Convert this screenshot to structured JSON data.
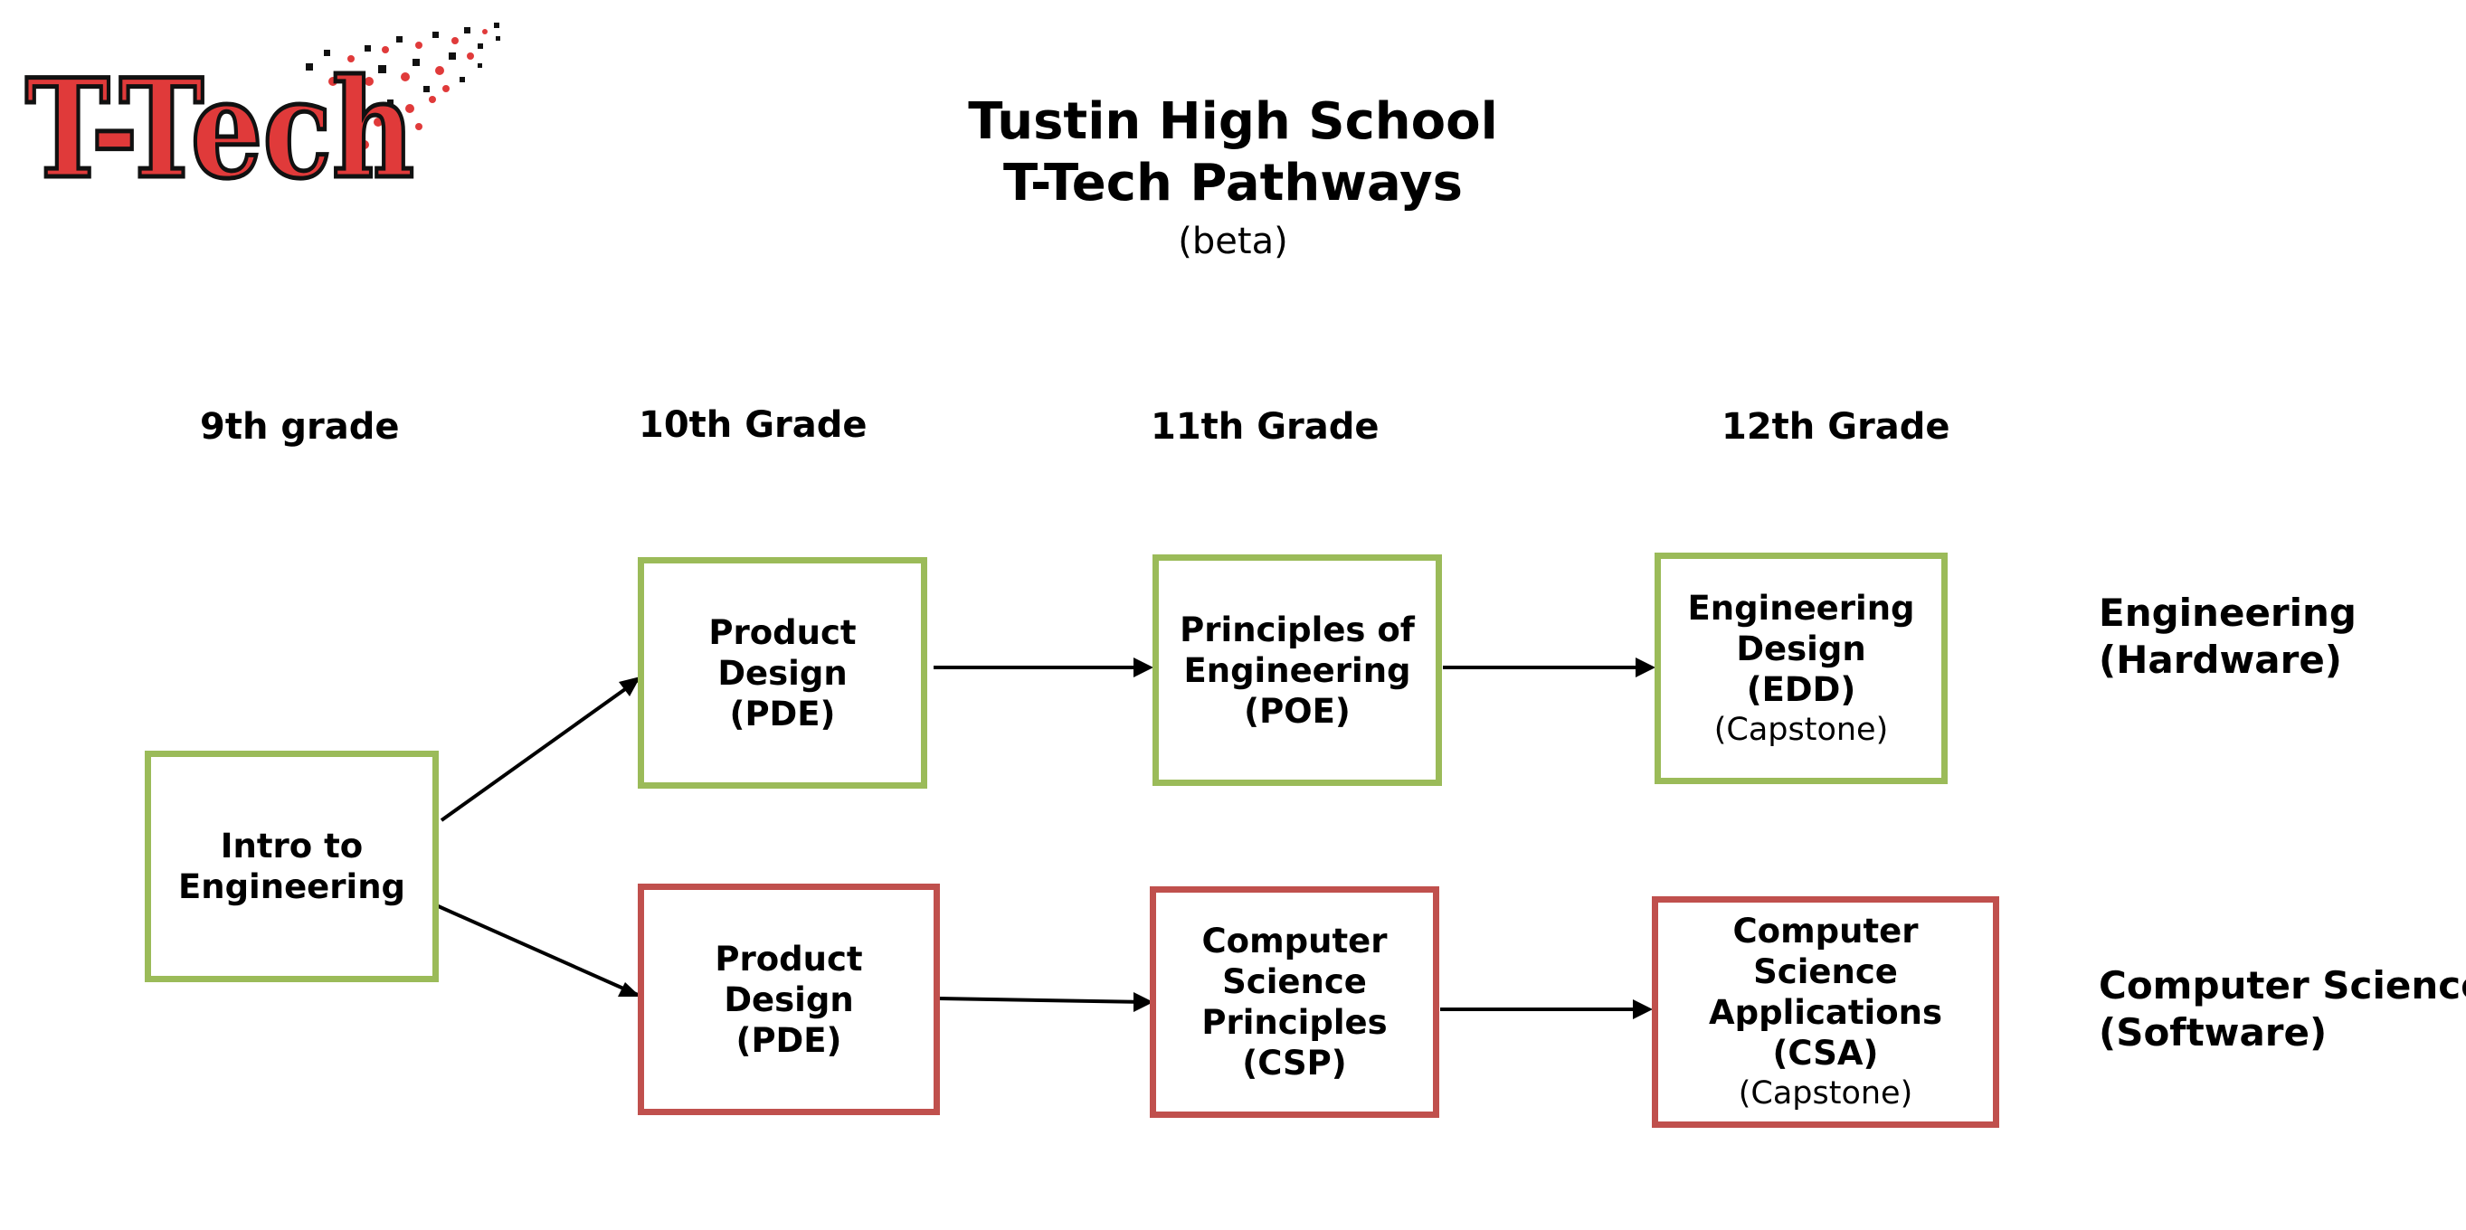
{
  "logo": {
    "text": "T-Tech",
    "colors": {
      "red": "#e03a3a",
      "black": "#111111"
    }
  },
  "header": {
    "title_line1": "Tustin High School",
    "title_line2": "T-Tech Pathways",
    "subtitle": "(beta)"
  },
  "grades": [
    "9th grade",
    "10th Grade",
    "11th Grade",
    "12th Grade"
  ],
  "courses": {
    "intro": {
      "line1": "Intro to",
      "line2": "Engineering"
    },
    "pde_hw": {
      "line1": "Product",
      "line2": "Design",
      "line3": "(PDE)"
    },
    "poe": {
      "line1": "Principles of",
      "line2": "Engineering",
      "line3": "(POE)"
    },
    "edd": {
      "line1": "Engineering",
      "line2": "Design",
      "line3": "(EDD)",
      "note": "(Capstone)"
    },
    "pde_sw": {
      "line1": "Product",
      "line2": "Design",
      "line3": "(PDE)"
    },
    "csp": {
      "line1": "Computer",
      "line2": "Science",
      "line3": "Principles",
      "line4": "(CSP)"
    },
    "csa": {
      "line1": "Computer Science",
      "line2": "Applications",
      "line3": "(CSA)",
      "note": "(Capstone)"
    }
  },
  "tracks": {
    "engineering": {
      "line1": "Engineering",
      "line2": "(Hardware)"
    },
    "cs": {
      "line1": "Computer Science",
      "line2": "(Software)"
    }
  },
  "colors": {
    "engineering_border": "#9bbb59",
    "cs_border": "#c0504d",
    "arrow": "#000000"
  }
}
